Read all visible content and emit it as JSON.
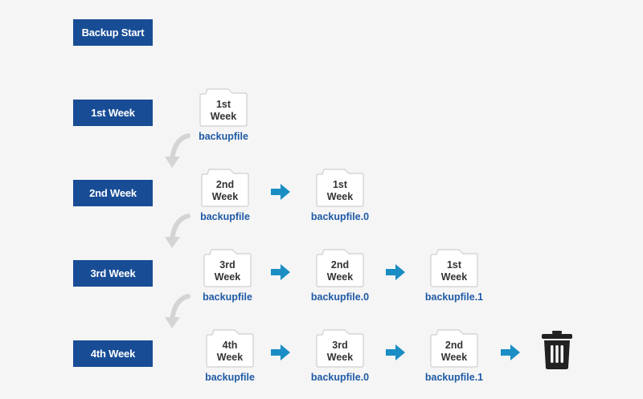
{
  "rows": [
    {
      "label": "Backup Start",
      "files": []
    },
    {
      "label": "1st Week",
      "files": [
        {
          "line1": "1st",
          "line2": "Week",
          "name": "backupfile"
        }
      ]
    },
    {
      "label": "2nd Week",
      "files": [
        {
          "line1": "2nd",
          "line2": "Week",
          "name": "backupfile"
        },
        {
          "line1": "1st",
          "line2": "Week",
          "name": "backupfile.0"
        }
      ]
    },
    {
      "label": "3rd Week",
      "files": [
        {
          "line1": "3rd",
          "line2": "Week",
          "name": "backupfile"
        },
        {
          "line1": "2nd",
          "line2": "Week",
          "name": "backupfile.0"
        },
        {
          "line1": "1st",
          "line2": "Week",
          "name": "backupfile.1"
        }
      ]
    },
    {
      "label": "4th Week",
      "files": [
        {
          "line1": "4th",
          "line2": "Week",
          "name": "backupfile"
        },
        {
          "line1": "3rd",
          "line2": "Week",
          "name": "backupfile.0"
        },
        {
          "line1": "2nd",
          "line2": "Week",
          "name": "backupfile.1"
        }
      ],
      "ends_with": "trash-icon"
    }
  ],
  "colors": {
    "label_bg": "#184d96",
    "file_name": "#1f5aa6",
    "arrow": "#1a8ec4",
    "down_arrow": "#d4d4d4",
    "trash": "#222222"
  }
}
